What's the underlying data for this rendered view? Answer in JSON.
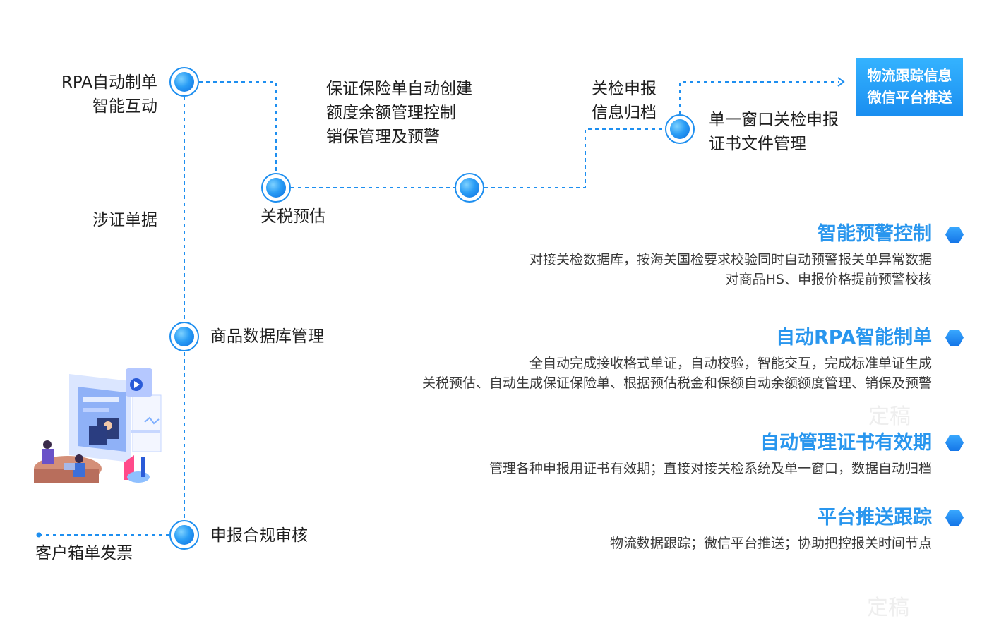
{
  "flow": {
    "rpa": [
      "RPA自动制单",
      "智能互动"
    ],
    "docs": "涉证单据",
    "tariff": "关税预估",
    "guarantee": [
      "保证保险单自动创建",
      "额度余额管理控制",
      "销保管理及预警"
    ],
    "inspect": [
      "关检申报",
      "信息归档"
    ],
    "single_window": [
      "单一窗口关检申报",
      "证书文件管理"
    ],
    "commodity_db": "商品数据库管理",
    "compliance": "申报合规审核",
    "customer": "客户箱单发票",
    "logistics_tag": [
      "物流跟踪信息",
      "微信平台推送"
    ]
  },
  "features": [
    {
      "title": "智能预警控制",
      "desc": [
        "对接关检数据库，按海关国检要求校验同时自动预警报关单异常数据",
        "对商品HS、申报价格提前预警校核"
      ]
    },
    {
      "title": "自动RPA智能制单",
      "desc": [
        "全自动完成接收格式单证，自动校验，智能交互，完成标准单证生成",
        "关税预估、自动生成保证保险单、根据预估税金和保额自动余额额度管理、销保及预警"
      ]
    },
    {
      "title": "自动管理证书有效期",
      "desc": [
        "管理各种申报用证书有效期；直接对接关检系统及单一窗口，数据自动归档"
      ]
    },
    {
      "title": "平台推送跟踪",
      "desc": [
        "物流数据跟踪；微信平台推送；协助把控报关时间节点"
      ]
    }
  ],
  "watermark": [
    "定稿",
    "定稿"
  ],
  "colors": {
    "accent": "#2996ee",
    "line": "#1e8ff0",
    "tag_bg": "#1a8ef0"
  },
  "icons": {
    "node": "circle-node-icon",
    "feature": "hexagon-bullet-icon",
    "illustration": "office-meeting-illustration-icon"
  }
}
